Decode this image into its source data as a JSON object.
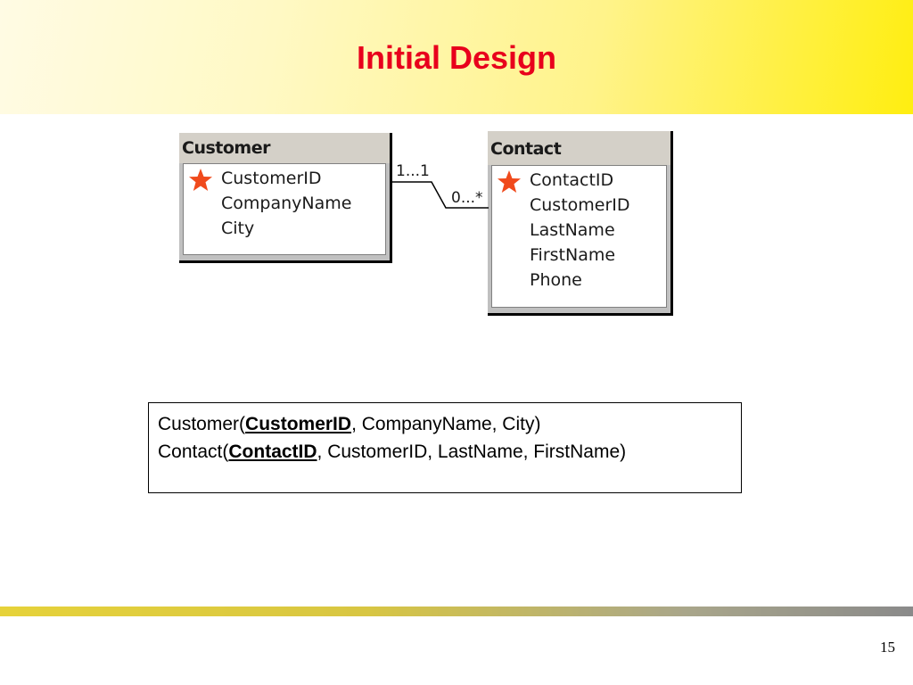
{
  "slide": {
    "title": "Initial Design",
    "page_number": "15"
  },
  "diagram": {
    "customer": {
      "title": "Customer",
      "fields": [
        "CustomerID",
        "CompanyName",
        "City"
      ],
      "key_field": "CustomerID"
    },
    "contact": {
      "title": "Contact",
      "fields": [
        "ContactID",
        "CustomerID",
        "LastName",
        "FirstName",
        "Phone"
      ],
      "key_field": "ContactID"
    },
    "relationship": {
      "left_cardinality": "1...1",
      "right_cardinality": "0...*"
    },
    "key_icon": "red-star-icon"
  },
  "schema": {
    "line1": {
      "prefix": "Customer(",
      "key": "CustomerID",
      "rest": ", CompanyName, City)"
    },
    "line2": {
      "prefix": "Contact(",
      "key": "ContactID",
      "rest": ", CustomerID, LastName, FirstName)"
    }
  },
  "colors": {
    "title": "#e8001c",
    "star": "#f04a1c",
    "header_yellow": "#ffee10"
  }
}
